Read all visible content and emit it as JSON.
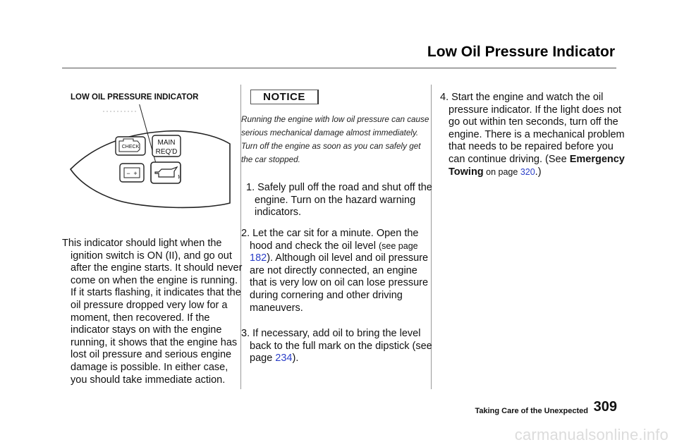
{
  "header": {
    "title": "Low Oil Pressure Indicator"
  },
  "figure": {
    "caption": "LOW OIL PRESSURE INDICATOR",
    "check_label": "CHECK",
    "main_label_1": "MAIN",
    "main_label_2": "REQ'D",
    "battery_minus": "−",
    "battery_plus": "+"
  },
  "intro": {
    "text": "This indicator should light when the ignition switch is ON (II), and go out after the engine starts. It should never come on when the engine is running. If it starts flashing, it indicates that the oil pressure dropped very low for a moment, then recovered. If the indicator stays on with the engine running, it shows that the engine has lost oil pressure and serious engine damage is possible. In either case, you should take immediate action."
  },
  "notice": {
    "label": "NOTICE",
    "text": "Running the engine with low oil pressure can cause serious mechanical damage almost immediately. Turn off the engine as soon as you can safely get the car stopped."
  },
  "steps": {
    "s1": "1. Safely pull off the road and shut off the engine. Turn on the hazard warning indicators.",
    "s2_a": "2. Let the car sit for a minute. Open the hood and check the oil level ",
    "s2_see": "(see page ",
    "s2_link": "182",
    "s2_b": "). Although oil level and oil pressure are not directly connected, an engine that is very low on oil can lose pressure during cornering and other driving maneuvers.",
    "s3_a": "3. If necessary, add oil to bring the level back to the full mark on the dipstick (see page ",
    "s3_link": "234",
    "s3_b": ").",
    "s4_a": "4. Start the engine and watch the oil pressure indicator. If the light does not go out within ten seconds, turn off the engine. There is a mechanical problem that needs to be repaired before you can continue driving. (See ",
    "s4_bold": "Emergency Towing",
    "s4_on": " on page ",
    "s4_link": "320",
    "s4_b": ".)"
  },
  "footer": {
    "section": "Taking Care of the Unexpected",
    "page": "309",
    "watermark": "carmanualsonline.info"
  },
  "colors": {
    "link": "#2b3fc8",
    "text": "#111111",
    "rule": "#555555"
  }
}
